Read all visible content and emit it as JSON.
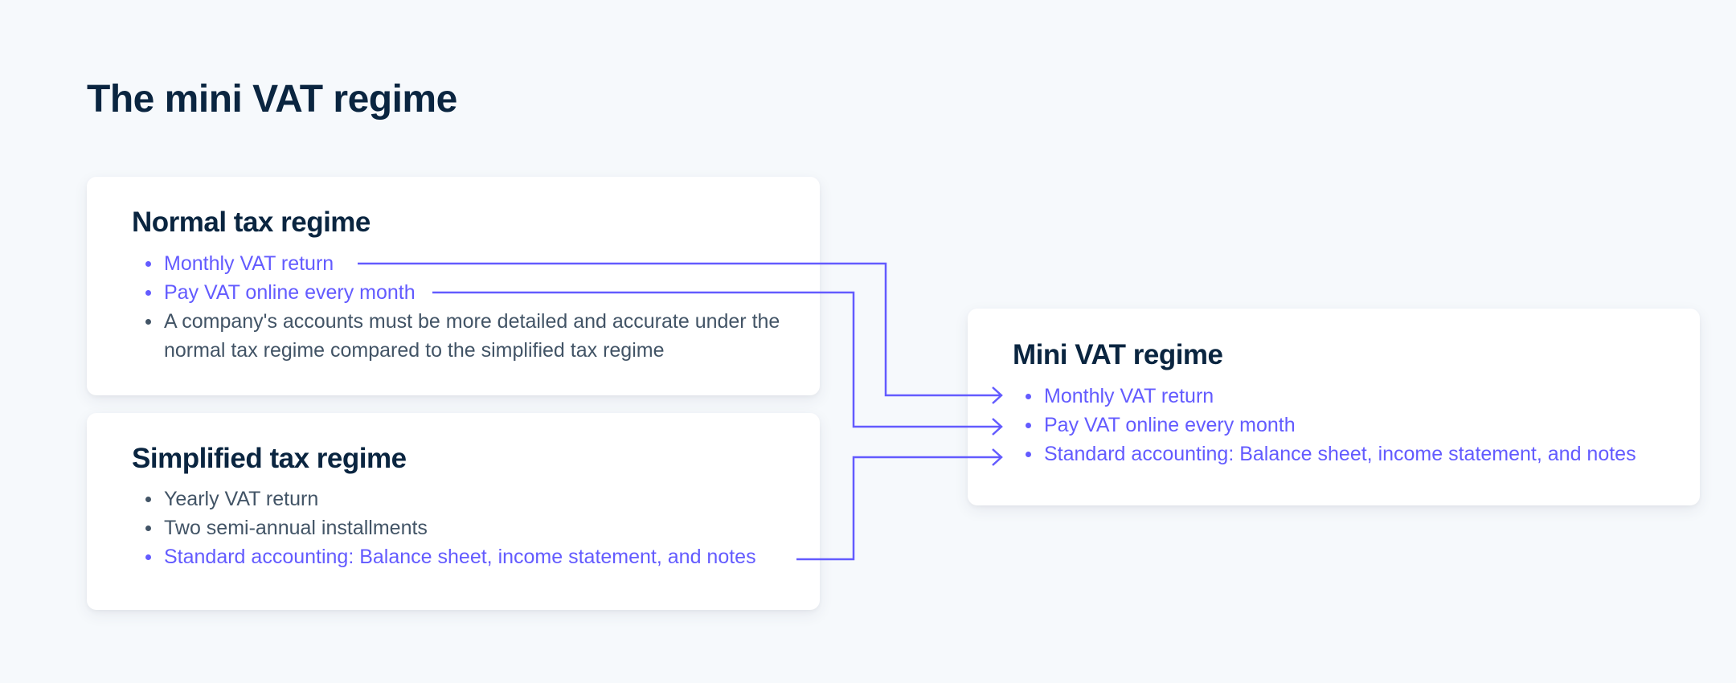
{
  "title": "The mini VAT regime",
  "colors": {
    "accent": "#635BFF",
    "heading": "#0A2540",
    "body": "#425466",
    "background": "#F6F9FC"
  },
  "cards": {
    "normal": {
      "heading": "Normal tax regime",
      "items": [
        {
          "text": "Monthly VAT return",
          "highlighted": true
        },
        {
          "text": "Pay VAT online every month",
          "highlighted": true
        },
        {
          "text": "A company's accounts must be more detailed and accurate under the normal tax regime compared to the simplified tax regime",
          "highlighted": false
        }
      ]
    },
    "simplified": {
      "heading": "Simplified tax regime",
      "items": [
        {
          "text": "Yearly VAT return",
          "highlighted": false
        },
        {
          "text": "Two semi-annual installments",
          "highlighted": false
        },
        {
          "text": "Standard accounting: Balance sheet, income statement, and notes",
          "highlighted": true
        }
      ]
    },
    "mini": {
      "heading": "Mini VAT regime",
      "items": [
        {
          "text": "Monthly VAT return",
          "highlighted": true
        },
        {
          "text": "Pay VAT online every month",
          "highlighted": true
        },
        {
          "text": "Standard accounting: Balance sheet, income statement, and notes",
          "highlighted": true
        }
      ]
    }
  },
  "connectors": [
    {
      "from": "normal.items.0",
      "to": "mini.items.0"
    },
    {
      "from": "normal.items.1",
      "to": "mini.items.1"
    },
    {
      "from": "simplified.items.2",
      "to": "mini.items.2"
    }
  ]
}
